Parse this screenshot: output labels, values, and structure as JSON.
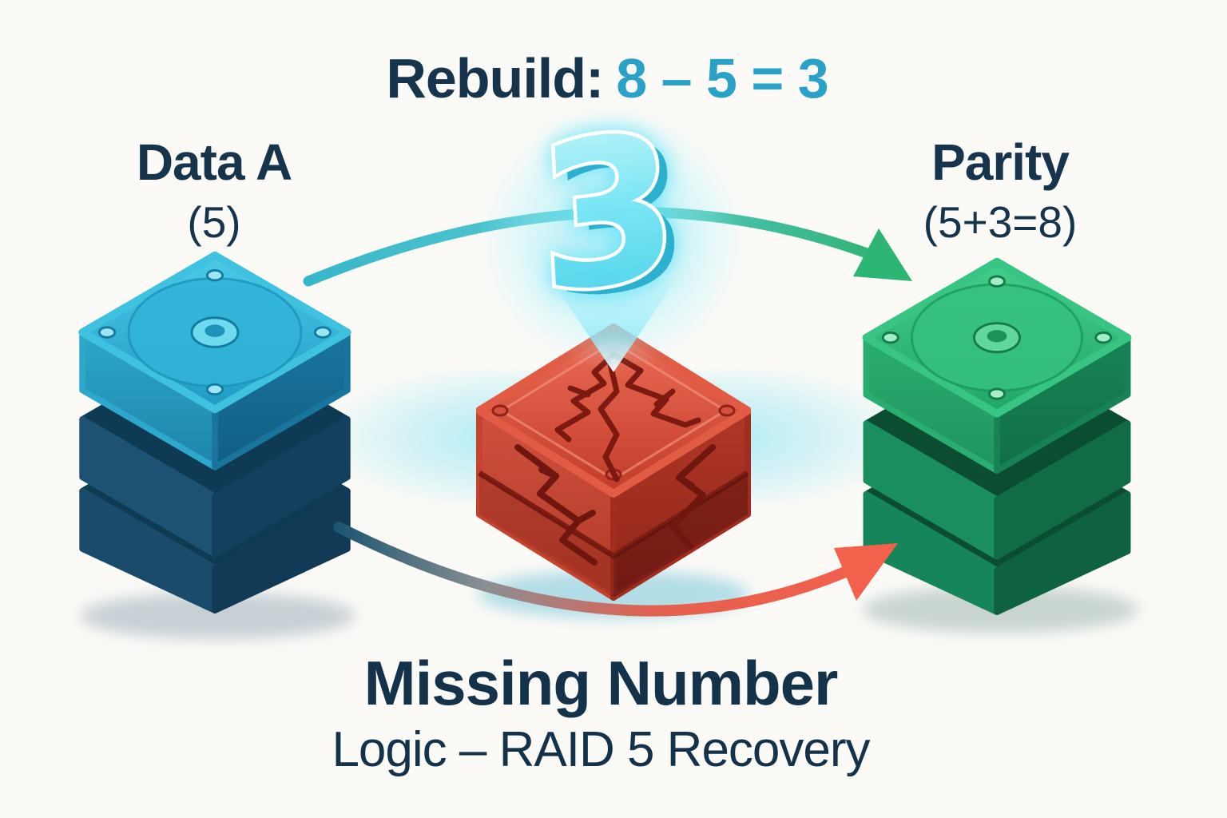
{
  "title": {
    "prefix": "Rebuild:",
    "equation": "8 – 5 = 3"
  },
  "disks": {
    "data_a": {
      "label": "Data A",
      "value": "(5)"
    },
    "parity": {
      "label": "Parity",
      "value": "(5+3=8)"
    }
  },
  "recovered_number": "3",
  "caption": {
    "heading": "Missing Number",
    "subheading": "Logic – RAID 5 Recovery"
  },
  "colors": {
    "background": "#fbfaf7",
    "text_dark": "#16354d",
    "equation_cyan": "#2aa2c8",
    "data_disk_blue": "#2fb0d4",
    "failed_disk_red": "#d0402e",
    "parity_disk_green": "#2eb778",
    "rebuild_arrow_teal": "#3cbccb",
    "rebuild_arrow_green": "#2db573",
    "failure_arrow_red": "#f3604b",
    "glow_cyan": "#7de6f8"
  }
}
